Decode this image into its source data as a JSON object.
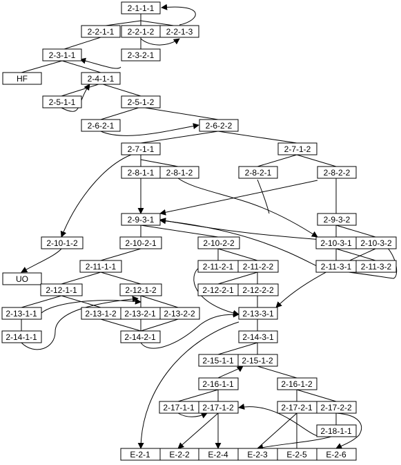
{
  "diagram": {
    "nodes": [
      {
        "id": "n1",
        "label": "2-1-1-1"
      },
      {
        "id": "n2",
        "label": "2-2-1-1"
      },
      {
        "id": "n3",
        "label": "2-2-1-2"
      },
      {
        "id": "n4",
        "label": "2-2-1-3"
      },
      {
        "id": "n5",
        "label": "2-3-1-1"
      },
      {
        "id": "n6",
        "label": "2-3-2-1"
      },
      {
        "id": "n7",
        "label": "HF"
      },
      {
        "id": "n8",
        "label": "2-4-1-1"
      },
      {
        "id": "n9",
        "label": "2-5-1-1"
      },
      {
        "id": "n10",
        "label": "2-5-1-2"
      },
      {
        "id": "n11",
        "label": "2-6-2-1"
      },
      {
        "id": "n12",
        "label": "2-6-2-2"
      },
      {
        "id": "n13",
        "label": "2-7-1-1"
      },
      {
        "id": "n14",
        "label": "2-7-1-2"
      },
      {
        "id": "n15",
        "label": "2-8-1-1"
      },
      {
        "id": "n16",
        "label": "2-8-1-2"
      },
      {
        "id": "n17",
        "label": "2-8-2-1"
      },
      {
        "id": "n18",
        "label": "2-8-2-2"
      },
      {
        "id": "n19",
        "label": "2-9-3-1"
      },
      {
        "id": "n20",
        "label": "2-9-3-2"
      },
      {
        "id": "n21",
        "label": "2-10-1-2"
      },
      {
        "id": "n22",
        "label": "2-10-2-1"
      },
      {
        "id": "n23",
        "label": "2-10-2-2"
      },
      {
        "id": "n24",
        "label": "2-10-3-1"
      },
      {
        "id": "n25",
        "label": "2-10-3-2"
      },
      {
        "id": "n26",
        "label": "UO"
      },
      {
        "id": "n27",
        "label": "2-11-1-1"
      },
      {
        "id": "n28",
        "label": "2-11-2-1"
      },
      {
        "id": "n29",
        "label": "2-11-2-2"
      },
      {
        "id": "n30",
        "label": "2-11-3-1"
      },
      {
        "id": "n31",
        "label": "2-11-3-2"
      },
      {
        "id": "n32",
        "label": "2-12-1-1"
      },
      {
        "id": "n33",
        "label": "2-12-1-2"
      },
      {
        "id": "n34",
        "label": "2-12-2-1"
      },
      {
        "id": "n35",
        "label": "2-12-2-2"
      },
      {
        "id": "n36",
        "label": "2-13-1-1"
      },
      {
        "id": "n37",
        "label": "2-13-1-2"
      },
      {
        "id": "n38",
        "label": "2-13-2-1"
      },
      {
        "id": "n39",
        "label": "2-13-2-2"
      },
      {
        "id": "n40",
        "label": "2-13-3-1"
      },
      {
        "id": "n41",
        "label": "2-14-1-1"
      },
      {
        "id": "n42",
        "label": "2-14-2-1"
      },
      {
        "id": "n43",
        "label": "2-14-3-1"
      },
      {
        "id": "n44",
        "label": "2-15-1-1"
      },
      {
        "id": "n45",
        "label": "2-15-1-2"
      },
      {
        "id": "n46",
        "label": "2-16-1-1"
      },
      {
        "id": "n47",
        "label": "2-16-1-2"
      },
      {
        "id": "n48",
        "label": "2-17-1-1"
      },
      {
        "id": "n49",
        "label": "2-17-1-2"
      },
      {
        "id": "n50",
        "label": "2-17-2-1"
      },
      {
        "id": "n51",
        "label": "2-17-2-2"
      },
      {
        "id": "n52",
        "label": "2-18-1-1"
      },
      {
        "id": "n53",
        "label": "E-2-1"
      },
      {
        "id": "n54",
        "label": "E-2-2"
      },
      {
        "id": "n55",
        "label": "E-2-4"
      },
      {
        "id": "n56",
        "label": "E-2-3"
      },
      {
        "id": "n57",
        "label": "E-2-5"
      },
      {
        "id": "n58",
        "label": "E-2-6"
      }
    ]
  }
}
